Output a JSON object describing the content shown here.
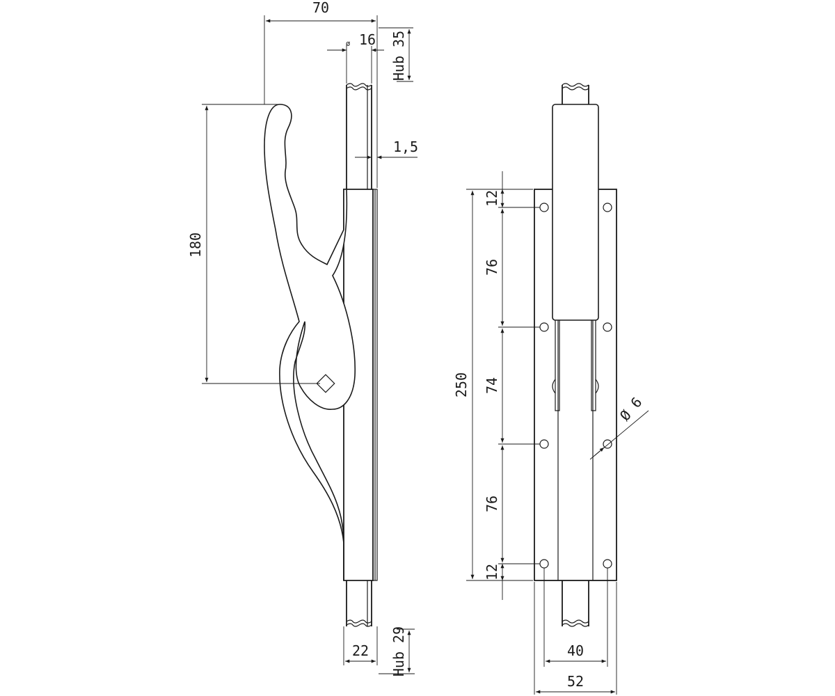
{
  "dimensions": {
    "side": {
      "width_total": "70",
      "bolt_width": "16",
      "bolt_diameter_symbol": "ø",
      "stroke_top": "Hub 35",
      "plate_thickness": "1,5",
      "lever_length": "180",
      "bottom_bolt_width": "22",
      "stroke_bottom": "Hub 29"
    },
    "front": {
      "total_length": "250",
      "edge_top": "12",
      "pitch_1": "76",
      "pitch_2": "74",
      "pitch_3": "76",
      "edge_bottom": "12",
      "hole_diameter": "Ø 6",
      "hole_spacing": "40",
      "plate_width": "52"
    }
  },
  "colors": {
    "line": "#1a1a1a",
    "background": "#ffffff"
  }
}
